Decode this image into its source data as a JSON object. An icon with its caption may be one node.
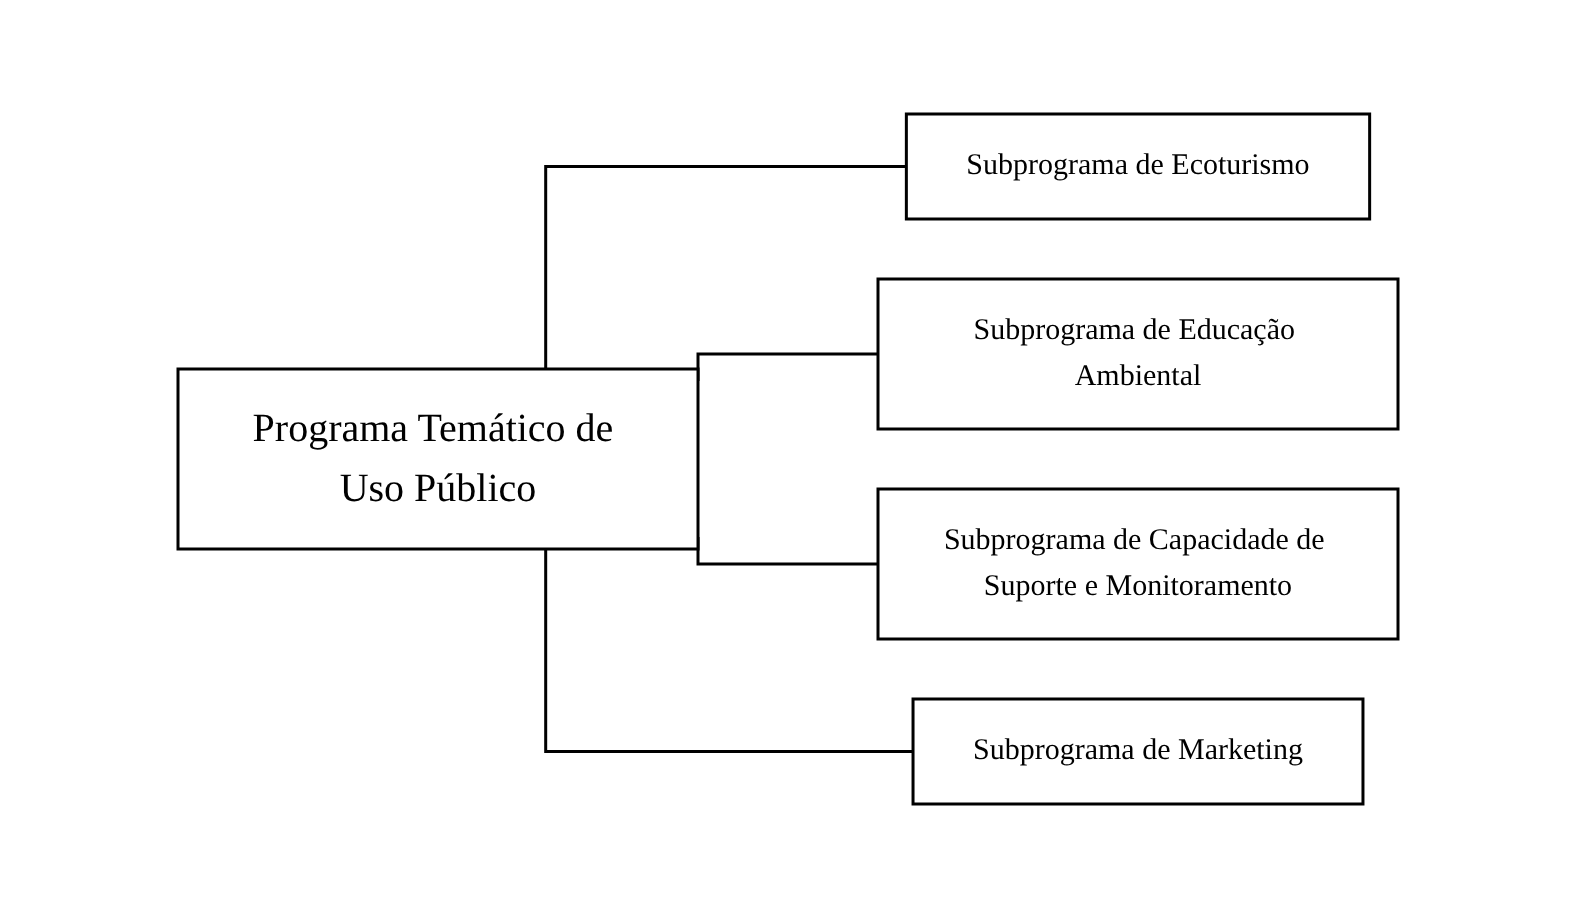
{
  "diagram": {
    "nodes": [
      {
        "text": [
          "Programa Temático de Uso Público"
        ]
      },
      {
        "text": [
          "Subprograma de Ecoturismo"
        ]
      },
      {
        "text": [
          "Subprograma de Educação Ambiental"
        ]
      },
      {
        "text": [
          "Subprograma de Capacidade de Suporte e Monitoramento"
        ]
      },
      {
        "text": [
          "Subprograma de Marketing"
        ]
      }
    ],
    "edges": [
      {
        "from": 0,
        "to": 1,
        "arrow": "none"
      },
      {
        "from": 0,
        "to": 2,
        "arrow": "none"
      },
      {
        "from": 0,
        "to": 3,
        "arrow": "none"
      },
      {
        "from": 0,
        "to": 4,
        "arrow": "none"
      }
    ]
  }
}
